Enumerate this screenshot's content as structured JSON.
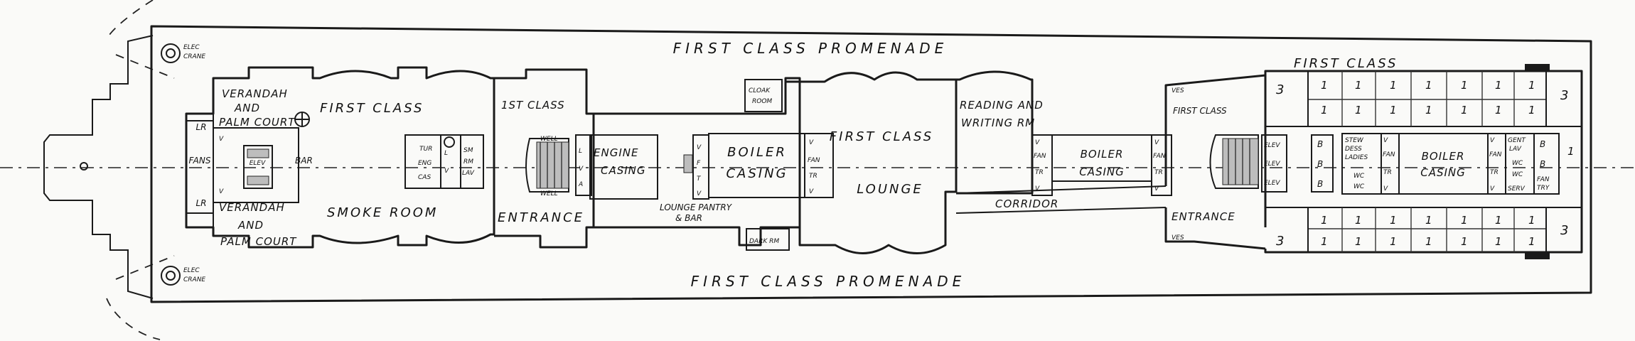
{
  "labels": {
    "promenade": "FIRST CLASS PROMENADE",
    "first_class": "FIRST CLASS",
    "first_class_2": "FIRST CLASS",
    "first_class_3": "FIRST CLASS",
    "lounge_title": "FIRST CLASS",
    "lounge": "LOUNGE",
    "verandah": "VERANDAH",
    "and": "AND",
    "palm_court": "PALM COURT",
    "smoke_room": "SMOKE ROOM",
    "first_class_entrance": "1ST CLASS",
    "entrance": "ENTRANCE",
    "engine_casing_1": "ENGINE",
    "engine_casing_2": "CASING",
    "boiler": "BOILER",
    "casing": "CASING",
    "reading_1": "READING AND",
    "reading_2": "WRITING RM",
    "corridor": "CORRIDOR",
    "lounge_pantry_1": "LOUNGE PANTRY",
    "lounge_pantry_2": "& BAR",
    "cloak_1": "CLOAK",
    "cloak_2": "ROOM",
    "dark_rm": "DARK RM",
    "elec": "ELEC",
    "crane": "CRANE",
    "fans": "FANS",
    "lr": "LR",
    "bar": "BAR",
    "v": "V",
    "a": "A",
    "l": "L",
    "f": "F",
    "t": "T",
    "fan": "FAN",
    "tr": "TR",
    "tur": "TUR",
    "eng": "ENG",
    "cas": "CAS",
    "sm_rm_lav_1": "SM",
    "sm_rm_lav_2": "RM",
    "sm_rm_lav_3": "LAV",
    "well": "WELL",
    "elev": "ELEV",
    "ves": "VES",
    "b": "B",
    "stew_1": "STEW",
    "stew_2": "DESS",
    "stew_3": "LADIES",
    "wc": "WC",
    "gent_1": "GENT",
    "gent_2": "LAV",
    "serv": "SERV",
    "fan_try_1": "FAN",
    "fan_try_2": "TRY",
    "one": "1",
    "three": "3"
  }
}
